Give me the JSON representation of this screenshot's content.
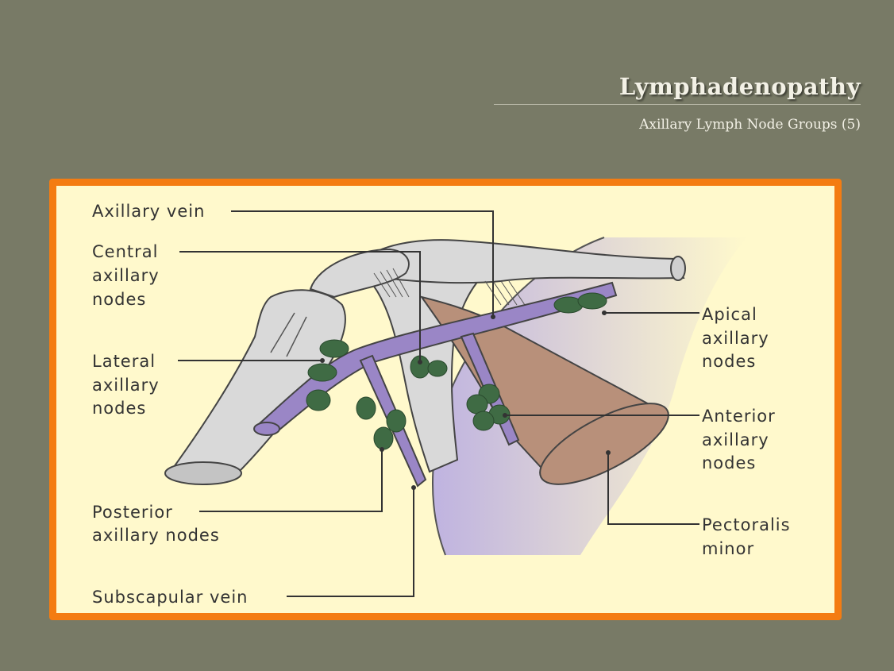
{
  "slide": {
    "title": "Lymphadenopathy",
    "subtitle": "Axillary Lymph Node Groups (5)"
  },
  "figure": {
    "labels": {
      "axillary_vein": [
        "Axillary vein"
      ],
      "central_nodes": [
        "Central",
        "axillary",
        "nodes"
      ],
      "lateral_nodes": [
        "Lateral",
        "axillary",
        "nodes"
      ],
      "posterior_nodes": [
        "Posterior",
        "axillary nodes"
      ],
      "subscapular_vein": [
        "Subscapular vein"
      ],
      "apical_nodes": [
        "Apical",
        "axillary",
        "nodes"
      ],
      "anterior_nodes": [
        "Anterior",
        "axillary",
        "nodes"
      ],
      "pectoralis_minor": [
        "Pectoralis",
        "minor"
      ]
    },
    "colors": {
      "frame": "#f47c12",
      "panel": "#fff9cc",
      "vein": "#9a86c6",
      "lymph_node": "#3f6b44",
      "muscle": "#b8907a",
      "bone": "#d7d7d7",
      "chest_wall": "#c7bfe3"
    }
  }
}
